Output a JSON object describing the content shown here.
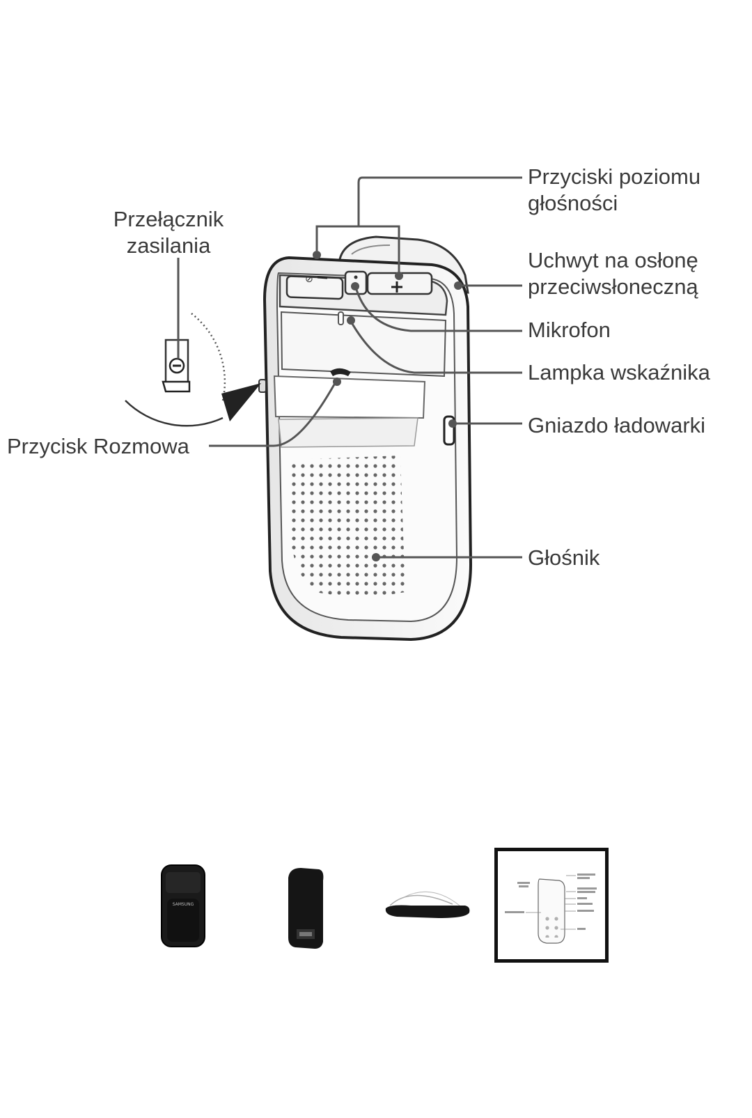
{
  "diagram": {
    "labels": {
      "volume_buttons": [
        "Przyciski poziomu",
        "głośności"
      ],
      "power_switch": [
        "Przełącznik",
        "zasilania"
      ],
      "visor_clip": [
        "Uchwyt na osłonę",
        "przeciwsłoneczną"
      ],
      "microphone": "Mikrofon",
      "indicator_light": "Lampka wskaźnika",
      "call_button": "Przycisk Rozmowa",
      "charger_socket": "Gniazdo ładowarki",
      "speaker": "Głośnik"
    }
  },
  "thumbnails": [
    {
      "name": "front-view",
      "brand": "SAMSUNG",
      "selected": false
    },
    {
      "name": "side-view",
      "selected": false
    },
    {
      "name": "clip-view",
      "selected": false
    },
    {
      "name": "diagram-view",
      "selected": true
    }
  ],
  "colors": {
    "line": "#555555",
    "body": "#f4f4f4",
    "device_dark": "#1a1a1a"
  }
}
